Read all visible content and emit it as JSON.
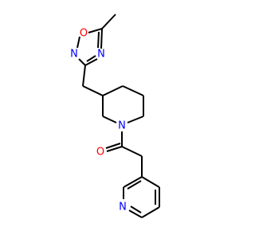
{
  "colors": {
    "bond": "#000000",
    "oxygen": "#ff0000",
    "nitrogen": "#0000ff",
    "background": "#ffffff"
  },
  "atoms": {
    "oxadiazole_o": "O",
    "oxadiazole_n_left": "N",
    "oxadiazole_n_right": "N",
    "piperidine_n": "N",
    "carbonyl_o": "O",
    "pyridine_n": "N"
  }
}
